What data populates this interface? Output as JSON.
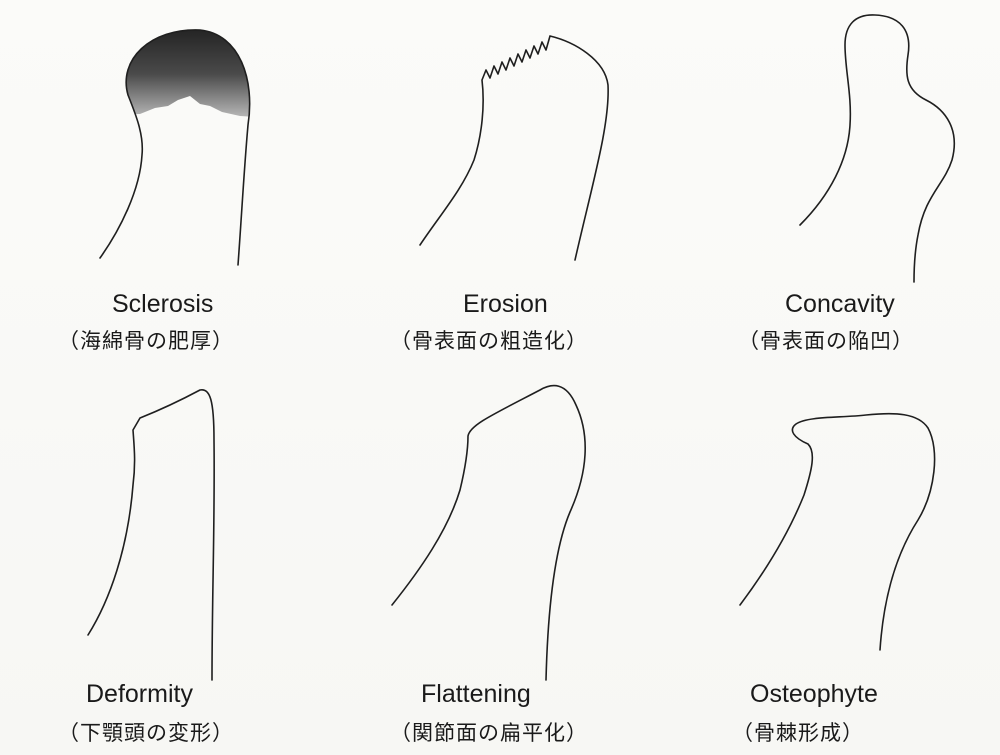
{
  "panels": [
    {
      "name": "sclerosis",
      "en": "Sclerosis",
      "jp": "（海綿骨の肥厚）"
    },
    {
      "name": "erosion",
      "en": "Erosion",
      "jp": "（骨表面の粗造化）"
    },
    {
      "name": "concavity",
      "en": "Concavity",
      "jp": "（骨表面の陥凹）"
    },
    {
      "name": "deformity",
      "en": "Deformity",
      "jp": "（下顎頭の変形）"
    },
    {
      "name": "flattening",
      "en": "Flattening",
      "jp": "（関節面の扁平化）"
    },
    {
      "name": "osteophyte",
      "en": "Osteophyte",
      "jp": "（骨棘形成）"
    }
  ]
}
